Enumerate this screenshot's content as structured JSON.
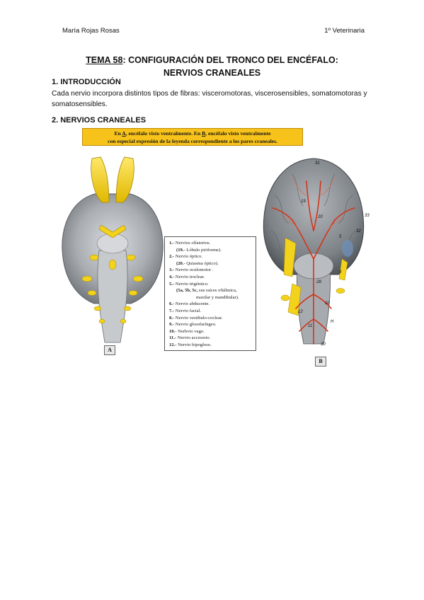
{
  "header": {
    "author": "María Rojas Rosas",
    "course": "1º Veterinaria"
  },
  "title": {
    "topic_num": "TEMA 58",
    "line1_rest": ": CONFIGURACIÓN DEL TRONCO DEL ENCÉFALO:",
    "line2": "NERVIOS CRANEALES"
  },
  "sections": [
    {
      "heading": "1. INTRODUCCIÓN",
      "text": "Cada nervio incorpora distintos tipos de fibras: visceromotoras, viscerosensibles, somatomotoras y somatosensibles."
    },
    {
      "heading": "2. NERVIOS CRANEALES"
    }
  ],
  "figure": {
    "banner_line1_pre": "En ",
    "banner_a": "A",
    "banner_line1_mid": ", encéfalo visto ventralmente. En ",
    "banner_b": "B",
    "banner_line1_post": ", encéfalo visto ventralmente",
    "banner_line2": "con especial expresión de la leyenda correspondiente a los pares craneales.",
    "label_a": "A",
    "label_b": "B",
    "legend": [
      {
        "num": "1.-",
        "text": " Nervios olfatorios."
      },
      {
        "num": "(19.-",
        "text": " Lóbulo piriforme).",
        "sub": true
      },
      {
        "num": "2.-",
        "text": " Nervio óptico."
      },
      {
        "num": "(20.-",
        "text": " Quiasma óptico).",
        "sub": true
      },
      {
        "num": "3.-",
        "text": " Nervio oculomotor ."
      },
      {
        "num": "4.-",
        "text": " Nervio troclear."
      },
      {
        "num": "5.-",
        "text": " Nervio trigémico."
      },
      {
        "num": "(5a, 5b, 5c,",
        "text": " sus raíces oftálmica,",
        "sub": true
      },
      {
        "num": "",
        "text": "maxilar y mandibular).",
        "sub": true,
        "indent": true
      },
      {
        "num": "6.-",
        "text": " Nervio abducente."
      },
      {
        "num": "7.-",
        "text": " Nervio facial."
      },
      {
        "num": "8.-",
        "text": " Nervio vestibulo-coclear."
      },
      {
        "num": "9.-",
        "text": " Nervio glosofaríngeo."
      },
      {
        "num": "10.-",
        "text": " Nerbvio vago."
      },
      {
        "num": "11.-",
        "text": " Nervio accesorio."
      },
      {
        "num": "12.-",
        "text": " Nervio hipogloso."
      }
    ],
    "labels_b": [
      "31",
      "33",
      "32",
      "19",
      "20",
      "5",
      "28",
      "9",
      "11",
      "12",
      "30",
      "10",
      "H"
    ],
    "colors": {
      "brain_gray": "#8f949a",
      "nerve_yellow": "#f2d21a",
      "artery_red": "#d2351b",
      "banner": "#f7c21a"
    }
  }
}
